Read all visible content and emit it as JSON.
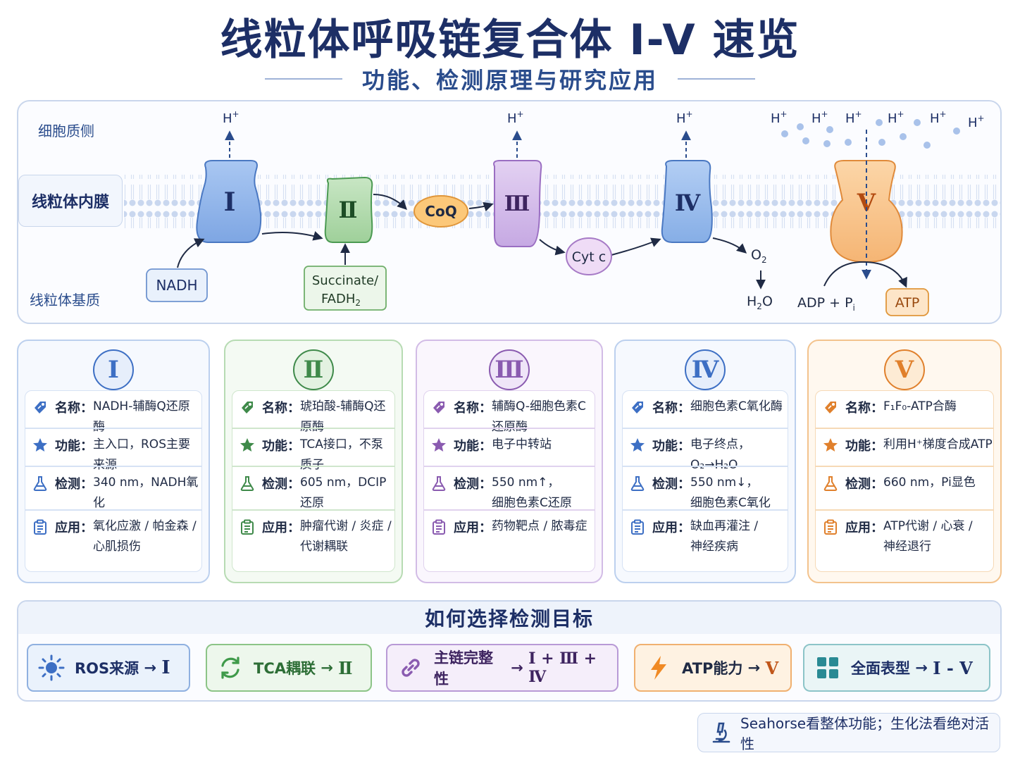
{
  "title": "线粒体呼吸链复合体 I-V 速览",
  "subtitle": "功能、检测原理与研究应用",
  "diagram": {
    "cytosol_label": "细胞质侧",
    "membrane_label": "线粒体内膜",
    "matrix_label": "线粒体基质",
    "complexes": [
      "I",
      "Ⅱ",
      "Ⅲ",
      "Ⅳ",
      "V"
    ],
    "coq": "CoQ",
    "cytc": "Cyt c",
    "nadh": "NADH",
    "succinate": "Succinate/",
    "fadh": "FADH",
    "fadh_sub": "2",
    "o2": "O",
    "o2_sub": "2",
    "h2o_h": "H",
    "h2o_sub": "2",
    "h2o_o": "O",
    "proton": "H",
    "proton_sup": "+",
    "adp": "ADP + P",
    "adp_sub": "i",
    "atp": "ATP"
  },
  "cards": [
    {
      "numeral": "I",
      "name_key": "名称：",
      "name": "NADH-辅酶Q还原酶",
      "func_key": "功能：",
      "func": "主入口，ROS主要来源",
      "detect_key": "检测：",
      "detect": "340 nm，NADH氧化",
      "app_key": "应用：",
      "app": "氧化应激 / 帕金森 /\n心肌损伤",
      "color": "#3d6fc4"
    },
    {
      "numeral": "Ⅱ",
      "name_key": "名称：",
      "name": "琥珀酸-辅酶Q还原酶",
      "func_key": "功能：",
      "func": "TCA接口，不泵质子",
      "detect_key": "检测：",
      "detect": "605 nm，DCIP还原",
      "app_key": "应用：",
      "app": "肿瘤代谢 / 炎症 /\n代谢耦联",
      "color": "#3f8a4a"
    },
    {
      "numeral": "Ⅲ",
      "name_key": "名称：",
      "name": "辅酶Q-细胞色素C还原酶",
      "func_key": "功能：",
      "func": "电子中转站",
      "detect_key": "检测：",
      "detect": "550 nm↑，\n细胞色素C还原",
      "app_key": "应用：",
      "app": "药物靶点 / 脓毒症",
      "color": "#8a5bb0"
    },
    {
      "numeral": "Ⅳ",
      "name_key": "名称：",
      "name": "细胞色素C氧化酶",
      "func_key": "功能：",
      "func": "电子终点，O₂→H₂O",
      "detect_key": "检测：",
      "detect": "550 nm↓，\n细胞色素C氧化",
      "app_key": "应用：",
      "app": "缺血再灌注 /\n神经疾病",
      "color": "#3d6fc4"
    },
    {
      "numeral": "V",
      "name_key": "名称：",
      "name": "F₁F₀-ATP合酶",
      "func_key": "功能：",
      "func": "利用H⁺梯度合成ATP",
      "detect_key": "检测：",
      "detect": "660 nm，Pi显色",
      "app_key": "应用：",
      "app": "ATP代谢 / 心衰 /\n神经退行",
      "color": "#e0802c"
    }
  ],
  "choose": {
    "title": "如何选择检测目标",
    "chips": [
      {
        "label": "ROS来源",
        "arrow": "→",
        "target": "I"
      },
      {
        "label": "TCA耦联",
        "arrow": "→",
        "target": "Ⅱ"
      },
      {
        "label": "主链完整性",
        "arrow": "→",
        "target": "I + Ⅲ + Ⅳ"
      },
      {
        "label": "ATP能力",
        "arrow": "→",
        "target": "V"
      },
      {
        "label": "全面表型",
        "arrow": "→",
        "target": "I - V"
      }
    ]
  },
  "footer": "Seahorse看整体功能；生化法看绝对活性"
}
